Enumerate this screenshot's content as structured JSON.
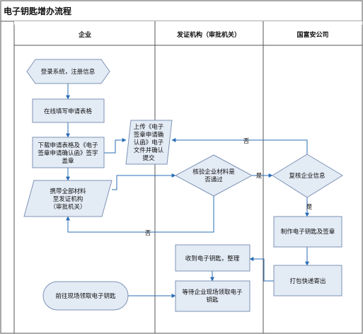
{
  "title": "电子钥匙增办流程",
  "lanes": [
    {
      "id": "enterprise",
      "label": "企业"
    },
    {
      "id": "issuer",
      "label": "发证机构（审批机关）"
    },
    {
      "id": "gfa",
      "label": "国富安公司"
    }
  ],
  "nodes": {
    "login": [
      "登录系统，注册信息"
    ],
    "fill_form": [
      "在线填写申请表格"
    ],
    "download_sign": [
      "下载申请表格及《电子",
      "签章申请确认函》签字",
      "盖章"
    ],
    "carry_materials": [
      "携带全部材料",
      "至发证机构",
      "（审批机关）"
    ],
    "upload": [
      "上传《电子",
      "签章申请确",
      "认函》电子",
      "文件并确认",
      "提交"
    ],
    "verify": [
      "核验企业材料是",
      "否通过"
    ],
    "recheck": [
      "复核企业信息"
    ],
    "make_key": [
      "制作电子钥匙及签章"
    ],
    "pack_ship": [
      "打包快递寄出"
    ],
    "receive": [
      "收到电子钥匙，整理"
    ],
    "wait_pickup": [
      "等待企业现场领取电子",
      "钥匙"
    ],
    "go_pickup": [
      "前往现场领取电子钥匙"
    ]
  },
  "edge_labels": {
    "verify_yes": "是",
    "verify_no": "否",
    "recheck_yes": "是",
    "recheck_no": "否"
  },
  "colors": {
    "fill": "#e3ebf5",
    "stroke": "#7d93b5",
    "arrow": "#2a6db5",
    "border": "#555555"
  }
}
